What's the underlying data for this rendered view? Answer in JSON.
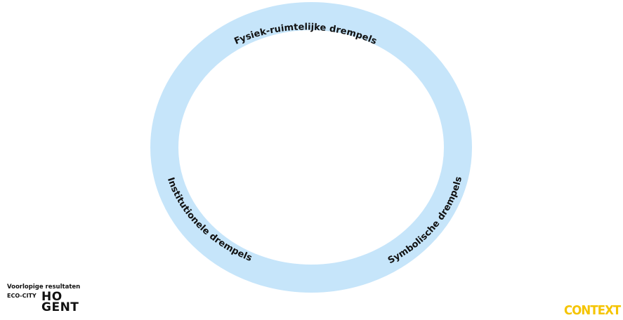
{
  "diagram": {
    "labels": {
      "top": "Fysiek-ruimtelijke drempels",
      "left": "Institutionele drempels",
      "right": "Symbolische drempels"
    },
    "ring_color": "#c6e5fa"
  },
  "footer": {
    "subtitle": "Voorlopige resultaten",
    "project": "ECO-CITY",
    "logo_line1": "HO",
    "logo_line2": "GENT",
    "context_logo": "CONTEXT"
  },
  "colors": {
    "context_yellow": "#f5c400",
    "text": "#111111"
  }
}
